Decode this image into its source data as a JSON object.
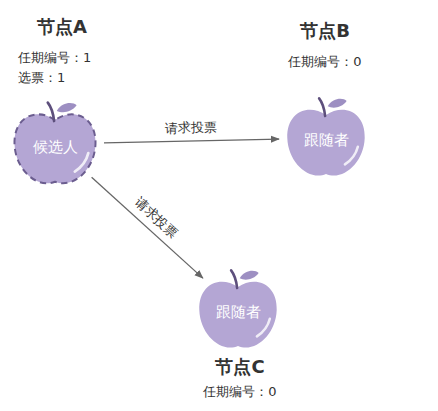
{
  "diagram": {
    "nodes": [
      {
        "text": [
          "节点A",
          "任期编号：1",
          "选票：1",
          "候选人"
        ]
      },
      {
        "text": [
          "节点B",
          "任期编号：0",
          "跟随者"
        ]
      },
      {
        "text": [
          "跟随者",
          "节点C",
          "任期编号：0"
        ]
      }
    ],
    "edges": [
      {
        "from": 0,
        "to": 1,
        "label": "请求投票",
        "arrow": "to"
      },
      {
        "from": 0,
        "to": 2,
        "label": "请求投票",
        "arrow": "to"
      }
    ]
  }
}
